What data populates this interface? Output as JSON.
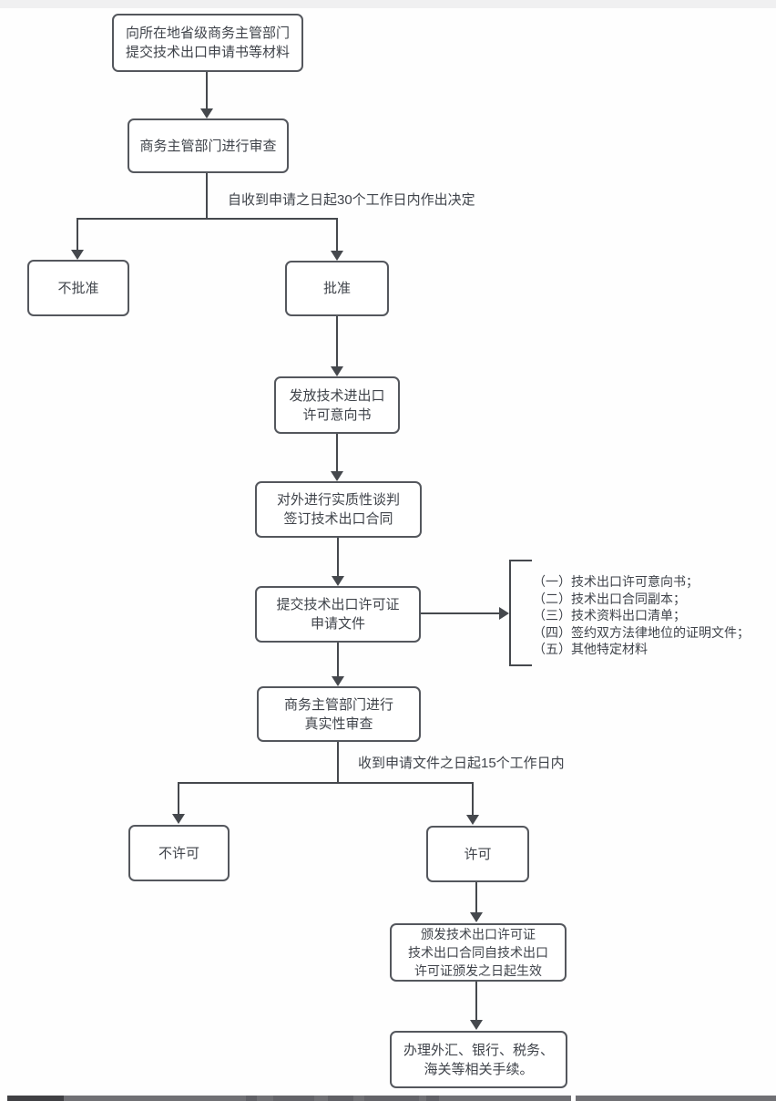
{
  "flowchart": {
    "nodes": {
      "submit_application": {
        "line1": "向所在地省级商务主管部门",
        "line2": "提交技术出口申请书等材料"
      },
      "review": {
        "line1": "商务主管部门进行审查"
      },
      "not_approved": {
        "line1": "不批准"
      },
      "approved": {
        "line1": "批准"
      },
      "issue_intent": {
        "line1": "发放技术进出口",
        "line2": "许可意向书"
      },
      "negotiate": {
        "line1": "对外进行实质性谈判",
        "line2": "签订技术出口合同"
      },
      "submit_license_docs": {
        "line1": "提交技术出口许可证",
        "line2": "申请文件"
      },
      "authenticity_review": {
        "line1": "商务主管部门进行",
        "line2": "真实性审查"
      },
      "not_permitted": {
        "line1": "不许可"
      },
      "permitted": {
        "line1": "许可"
      },
      "issue_license": {
        "line1": "颁发技术出口许可证",
        "line2": "技术出口合同自技术出口",
        "line3": "许可证颁发之日起生效"
      },
      "formalities": {
        "line1": "办理外汇、银行、税务、",
        "line2": "海关等相关手续。"
      }
    },
    "edge_labels": {
      "decision_30_days": "自收到申请之日起30个工作日内作出决定",
      "within_15_days": "收到申请文件之日起15个工作日内"
    },
    "required_documents": [
      "（一）技术出口许可意向书；",
      "（二）技术出口合同副本；",
      "（三）技术资料出口清单；",
      "（四）签约双方法律地位的证明文件；",
      "（五）其他特定材料"
    ],
    "colors": {
      "box_border": "#54575d",
      "line": "#45484d",
      "text": "#3f434a",
      "top_strip": "#f0f0f1",
      "bottom_bar": "#707074",
      "bottom_bar_dark": "#404043"
    }
  }
}
